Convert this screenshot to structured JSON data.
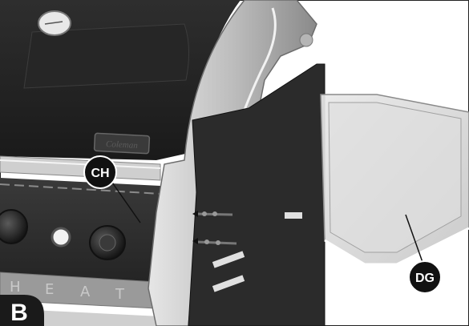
{
  "callouts": {
    "ch": "CH",
    "dg": "DG"
  },
  "step_label": "B",
  "badge_text": {
    "letters": [
      "H",
      "E",
      "A",
      "T"
    ]
  },
  "brand_logo_text": "Coleman"
}
